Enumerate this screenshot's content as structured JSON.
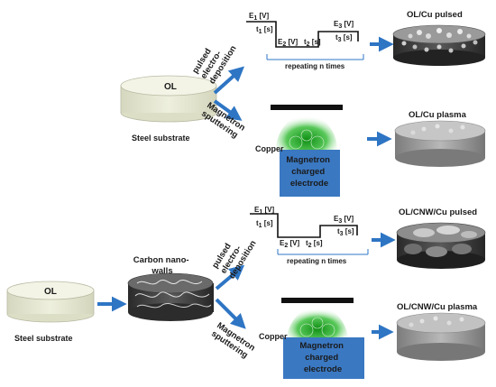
{
  "colors": {
    "arrow": "#2e75c4",
    "electrode": "#3a78c2",
    "plasma": "#2faa2f",
    "target": "#111111",
    "cylinder_side": "#e7e9d2",
    "cylinder_top": "#f3f4e6"
  },
  "top": {
    "substrate_top_label": "OL",
    "substrate_caption": "Steel substrate",
    "method_pulsed": [
      "pulsed",
      "electro-",
      "deposition"
    ],
    "method_sputter": [
      "Magnetron",
      "sputtering"
    ],
    "pulse": {
      "E1": "E",
      "E1_sub": "1",
      "E1_unit": " [V]",
      "t1": "t",
      "t1_sub": "1",
      "t1_unit": " [s]",
      "E2": "E",
      "E2_sub": "2",
      "E2_unit": " [V]",
      "t2": "t",
      "t2_sub": "2",
      "t2_unit": " [s]",
      "E3": "E",
      "E3_sub": "3",
      "E3_unit": " [V]",
      "t3": "t",
      "t3_sub": "3",
      "t3_unit": " [s]",
      "repeat": "repeating n times"
    },
    "target_label": "Copper",
    "electrode_lines": [
      "Magnetron",
      "charged",
      "electrode"
    ],
    "result_pulsed": "OL/Cu pulsed",
    "result_plasma": "OL/Cu plasma"
  },
  "bottom": {
    "substrate_top_label": "OL",
    "substrate_caption": "Steel substrate",
    "cnw_label": [
      "Carbon nano-",
      "walls"
    ],
    "method_pulsed": [
      "pulsed",
      "electro-",
      "deposition"
    ],
    "method_sputter": [
      "Magnetron",
      "sputtering"
    ],
    "pulse": {
      "E1": "E",
      "E1_sub": "1",
      "E1_unit": " [V]",
      "t1": "t",
      "t1_sub": "1",
      "t1_unit": " [s]",
      "E2": "E",
      "E2_sub": "2",
      "E2_unit": " [V]",
      "t2": "t",
      "t2_sub": "2",
      "t2_unit": " [s]",
      "E3": "E",
      "E3_sub": "3",
      "E3_unit": " [V]",
      "t3": "t",
      "t3_sub": "3",
      "t3_unit": " [s]",
      "repeat": "repeating n times"
    },
    "target_label": "Copper",
    "electrode_lines": [
      "Magnetron",
      "charged",
      "electrode"
    ],
    "result_pulsed": "OL/CNW/Cu pulsed",
    "result_plasma": "OL/CNW/Cu plasma"
  }
}
